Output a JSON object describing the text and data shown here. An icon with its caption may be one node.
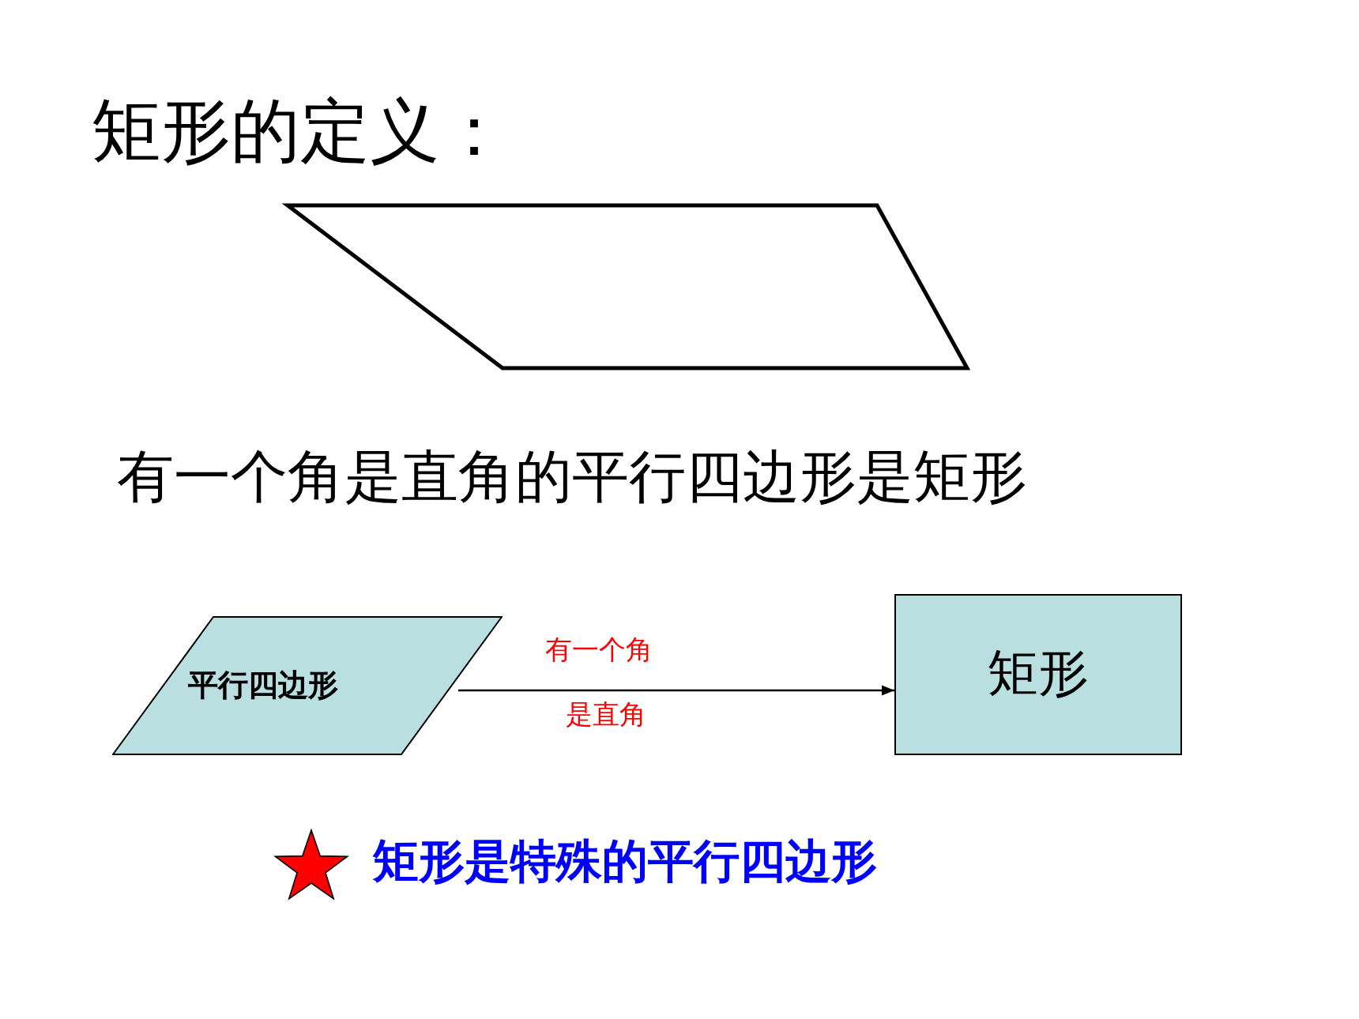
{
  "diagram": {
    "title": "矩形的定义：",
    "nodes": [
      {
        "text": [
          "平行四边形"
        ]
      },
      {
        "text": [
          "矩形"
        ]
      }
    ],
    "edges": [
      {
        "from": 0,
        "to": 1,
        "arrow": "to"
      }
    ],
    "labels": [
      "有一个角是直角的平行四边形是矩形",
      "有一个角",
      "是直角",
      "矩形是特殊的平行四边形"
    ]
  }
}
